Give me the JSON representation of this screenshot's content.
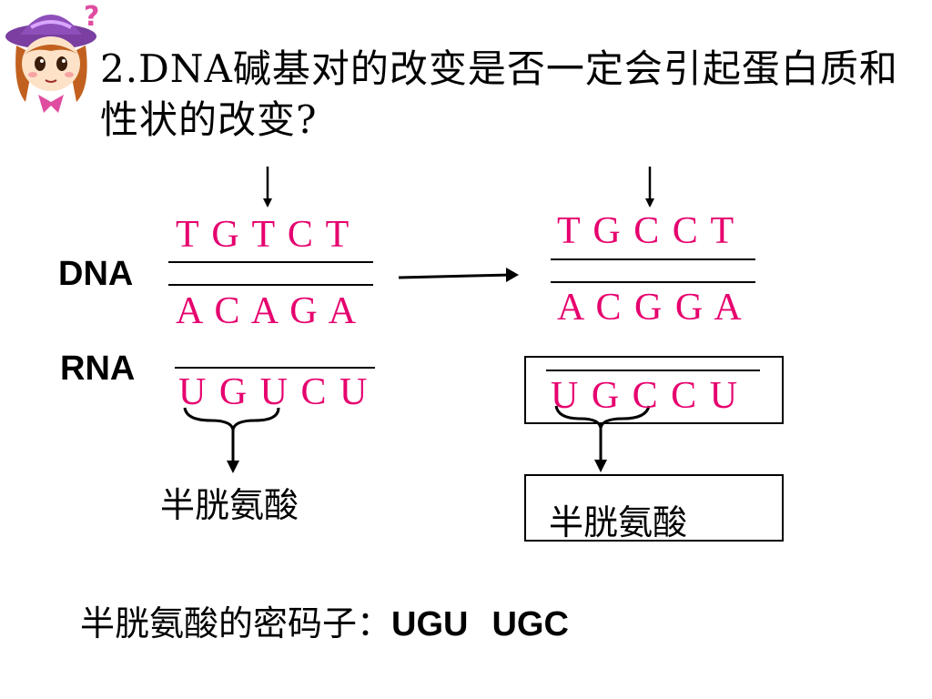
{
  "title": "2.DNA碱基对的改变是否一定会引起蛋白质和性状的改变?",
  "labels": {
    "dna": "DNA",
    "rna": "RNA"
  },
  "original": {
    "dna_top": "T G T C T",
    "dna_bottom": "A C A G A",
    "rna": "U G U C U",
    "amino_acid": "半胱氨酸"
  },
  "mutated": {
    "dna_top": "T G C C T",
    "dna_bottom": "A C G G A",
    "rna": "U G C C U",
    "amino_acid": "半胱氨酸"
  },
  "footer": {
    "prefix": "半胱氨酸的密码子：",
    "codon1": "UGU",
    "codon2": "UGC"
  },
  "colors": {
    "base": "#e6006e",
    "line": "#000000"
  },
  "icons": [
    "girl-question-mascot-icon",
    "mutation-pointer-arrow-icon",
    "transition-arrow-icon",
    "brace-icon"
  ]
}
